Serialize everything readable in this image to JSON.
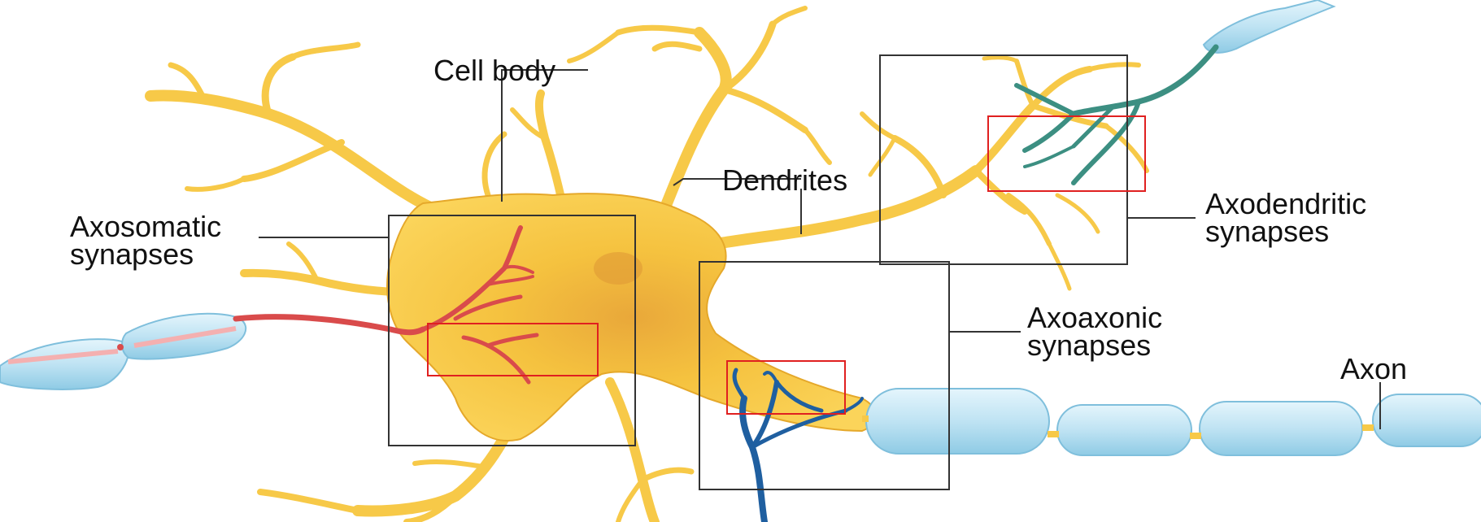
{
  "labels": {
    "cell_body": "Cell body",
    "dendrites": "Dendrites",
    "axosomatic": [
      "Axosomatic",
      "synapses"
    ],
    "axodendritic": [
      "Axodendritic",
      "synapses"
    ],
    "axoaxonic": [
      "Axoaxonic",
      "synapses"
    ],
    "axon": "Axon"
  },
  "colors": {
    "cell": "#f7c948",
    "cell_dark": "#e5a82a",
    "myelin": "#bfe3f3",
    "myelin_edge": "#7fbfdc",
    "axosomatic_axon": "#d94b4b",
    "axodendritic_axon": "#3c8f82",
    "axoaxonic_axon": "#1f5fa0",
    "highlight_box": "#e02020",
    "frame": "#333333"
  }
}
